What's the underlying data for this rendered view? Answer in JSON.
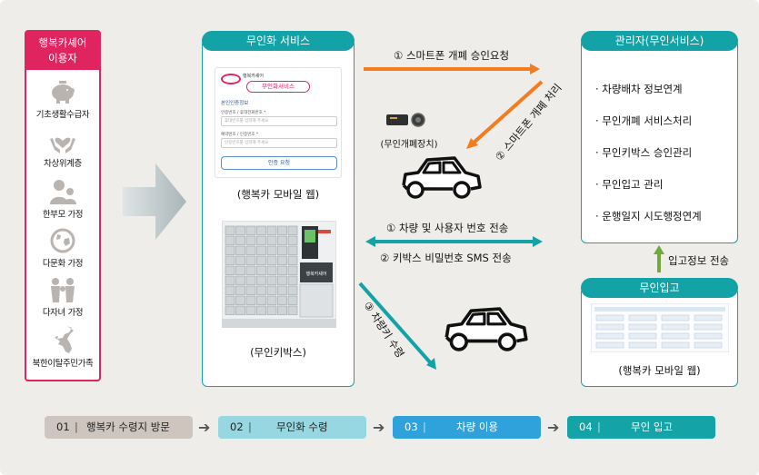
{
  "user_panel": {
    "title_line1": "행복카셰어",
    "title_line2": "이용자",
    "items": [
      {
        "label": "기초생활수급자",
        "icon": "piggy-bank-icon"
      },
      {
        "label": "차상위계층",
        "icon": "hands-heart-icon"
      },
      {
        "label": "한부모 가정",
        "icon": "parent-child-icon"
      },
      {
        "label": "다문화 가정",
        "icon": "globe-icon"
      },
      {
        "label": "다자녀 가정",
        "icon": "family-icon"
      },
      {
        "label": "북한이탈주민가족",
        "icon": "korea-map-icon"
      }
    ]
  },
  "service_box": {
    "title": "무인화 서비스",
    "mobile_caption": "(행복카 모바일 웹)",
    "kiosk_caption": "(무인키박스)"
  },
  "mobile_screen": {
    "logo_small": "행복카셰어",
    "logo_main": "무인화서비스",
    "section": "본인인증정보",
    "field1_label": "인증번호 / 휴대전화번호 *",
    "field1_placeholder": "휴대번호를 입력해 주세요",
    "field2_label": "예약번호 / 인증번호 *",
    "field2_placeholder": "인증번호를 입력해 주세요",
    "button": "인증 요청"
  },
  "kiosk_screen": {
    "brand": "행복카셰어"
  },
  "device_caption": "(무인개폐장치)",
  "flows": {
    "f1": "① 스마트폰 개폐 승인요청",
    "f2": "② 스마트폰 개폐 처리",
    "f3": "① 차량 및 사용자 번호 전송",
    "f4": "② 키박스 비밀번호 SMS 전송",
    "f5": "③ 차량키 수령"
  },
  "admin_box": {
    "title": "관리자(무인서비스)",
    "items": [
      "· 차량배차 정보연계",
      "· 무인개폐 서비스처리",
      "· 무인키박스 승인관리",
      "· 무인입고 관리",
      "· 운행일지 시도행정연계"
    ]
  },
  "warehousing": {
    "up_label": "입고정보 전송",
    "title": "무인입고",
    "caption": "(행복카 모바일 웹)"
  },
  "steps": [
    {
      "num": "01",
      "sep": "|",
      "name": "행복카 수령지 방문",
      "bg": "#cfc5bf",
      "fg": "#222222"
    },
    {
      "num": "02",
      "sep": "|",
      "name": "무인화 수령",
      "bg": "#96d7e2",
      "fg": "#222222"
    },
    {
      "num": "03",
      "sep": "|",
      "name": "차량 이용",
      "bg": "#2fa2dc",
      "fg": "#ffffff"
    },
    {
      "num": "04",
      "sep": "|",
      "name": "무인 입고",
      "bg": "#14a4a7",
      "fg": "#ffffff"
    }
  ],
  "colors": {
    "teal": "#13a3a7",
    "pink": "#e0245f",
    "orange": "#f47b20",
    "green": "#72a83c",
    "background": "#efedea"
  }
}
